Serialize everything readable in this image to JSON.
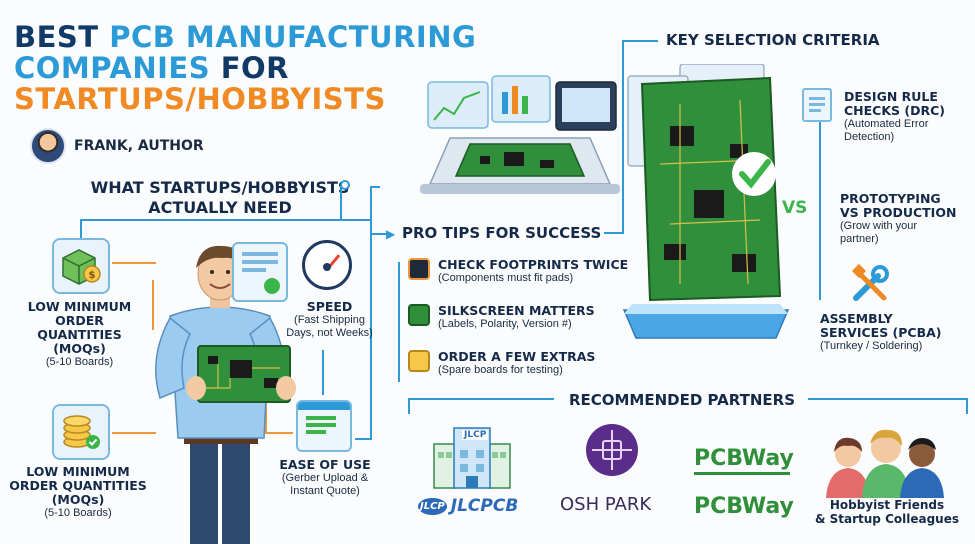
{
  "title": {
    "line1a": "BEST ",
    "line1b": "PCB MANUFACTURING",
    "line2a": "COMPANIES ",
    "line2b": "FOR",
    "line3": "STARTUPS/HOBBYISTS"
  },
  "author": {
    "name": "FRANK, AUTHOR"
  },
  "needs": {
    "heading_line1": "WHAT STARTUPS/HOBBYISTS",
    "heading_line2": "ACTUALLY NEED",
    "moq_top": {
      "l1": "LOW MINIMUM",
      "l2": "ORDER",
      "l3": "QUANTITIES",
      "l4": "(MOQs)",
      "l5": "(5-10 Boards)"
    },
    "moq_bottom": {
      "l1": "LOW MINIMUM",
      "l2": "ORDER QUANTITIES",
      "l3": "(MOQs)",
      "l4": "(5-10 Boards)"
    },
    "speed": {
      "title": "SPEED",
      "d1": "(Fast Shipping",
      "d2": "Days, not Weeks)"
    },
    "ease": {
      "title": "EASE OF USE",
      "d1": "(Gerber Upload &",
      "d2": "Instant Quote)"
    }
  },
  "tips": {
    "heading": "PRO TIPS FOR SUCCESS",
    "items": [
      {
        "title": "CHECK FOOTPRINTS TWICE",
        "desc": "(Components must fit pads)",
        "icon": "chip-icon"
      },
      {
        "title": "SILKSCREEN MATTERS",
        "desc": "(Labels, Polarity, Version #)",
        "icon": "silkscreen-icon"
      },
      {
        "title": "ORDER A FEW EXTRAS",
        "desc": "(Spare boards for testing)",
        "icon": "boards-stack-icon"
      }
    ]
  },
  "criteria": {
    "heading": "KEY SELECTION CRITERIA",
    "drc": {
      "l1": "DESIGN RULE",
      "l2": "CHECKS (DRC)",
      "d1": "(Automated Error",
      "d2": "Detection)"
    },
    "vs": "VS",
    "proto": {
      "l1": "PROTOTYPING",
      "l2": "VS PRODUCTION",
      "d1": "(Grow with your",
      "d2": "partner)"
    },
    "assembly": {
      "l1": "ASSEMBLY",
      "l2": "SERVICES (PCBA)",
      "d1": "(Turnkey / Soldering)"
    }
  },
  "partners": {
    "heading": "RECOMMENDED PARTNERS",
    "jlc_badge": "JLCP",
    "jlc_small": "JLCP",
    "jlc_name": "JLCPCB",
    "osh": "OSH PARK",
    "pcbway1": "PCBWay",
    "pcbway2": "PCBWay",
    "friends_l1": "Hobbyist Friends",
    "friends_l2": "& Startup Colleagues"
  },
  "colors": {
    "navy": "#123a66",
    "blue": "#2c9ad6",
    "orange": "#f08a24",
    "green": "#2f8f3a"
  }
}
